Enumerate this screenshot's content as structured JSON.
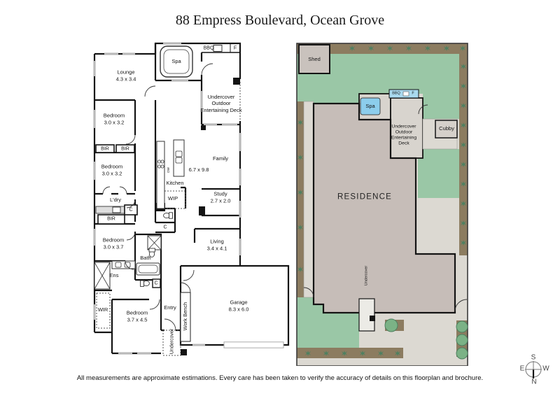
{
  "title": "88 Empress Boulevard, Ocean Grove",
  "disclaimer": "All measurements are approximate estimations. Every care has been taken to verify the accuracy of details on this floorplan and brochure.",
  "floorplan": {
    "lounge": {
      "name": "Lounge",
      "dims": "4.3 x 3.4"
    },
    "bedroom_a": {
      "name": "Bedroom",
      "dims": "3.0 x 3.2"
    },
    "bedroom_b": {
      "name": "Bedroom",
      "dims": "3.0 x 3.2"
    },
    "bedroom_c": {
      "name": "Bedroom",
      "dims": "3.0 x 3.7"
    },
    "bedroom_d": {
      "name": "Bedroom",
      "dims": "3.7 x 4.5"
    },
    "family": {
      "name": "Family",
      "dims": "6.7 x 9.8"
    },
    "study": {
      "name": "Study",
      "dims": "2.7 x 2.0"
    },
    "living": {
      "name": "Living",
      "dims": "3.4 x 4.1"
    },
    "garage": {
      "name": "Garage",
      "dims": "8.3 x 6.0"
    },
    "kitchen": "Kitchen",
    "wip": "WIP",
    "ldry": "L'dry",
    "bath": "Bath",
    "ens": "Ens",
    "wir": "WIR",
    "entry": "Entry",
    "spa": "Spa",
    "deck": "Undercover Outdoor Entertaining Deck",
    "bbq": "BBQ",
    "fridge": "F",
    "bir": "BIR",
    "cupboard": "C",
    "work_bench": "Work Bench",
    "undercover": "Undercover",
    "dw": "DW"
  },
  "siteplan": {
    "shed": "Shed",
    "residence": "RESIDENCE",
    "spa": "Spa",
    "bbq": "BBQ",
    "fridge": "F",
    "deck": "Undercover Outdoor Entertaining Deck",
    "cubby": "Cubby",
    "undercover": "Undercover"
  },
  "compass": {
    "north": "N",
    "south": "S",
    "east": "E",
    "west": "W"
  },
  "colors": {
    "lawn": "#9ac7a6",
    "garden_bed": "#8c7c60",
    "paving": "#dcd9d2",
    "residence_fill": "#c6bdb8",
    "deck_fill": "#d8d4ce",
    "spa_water": "#8ccdec",
    "bbq_bar": "#a9d9ee",
    "tree": "#7bb286",
    "wall": "#141414",
    "window": "#b9b9b9"
  }
}
